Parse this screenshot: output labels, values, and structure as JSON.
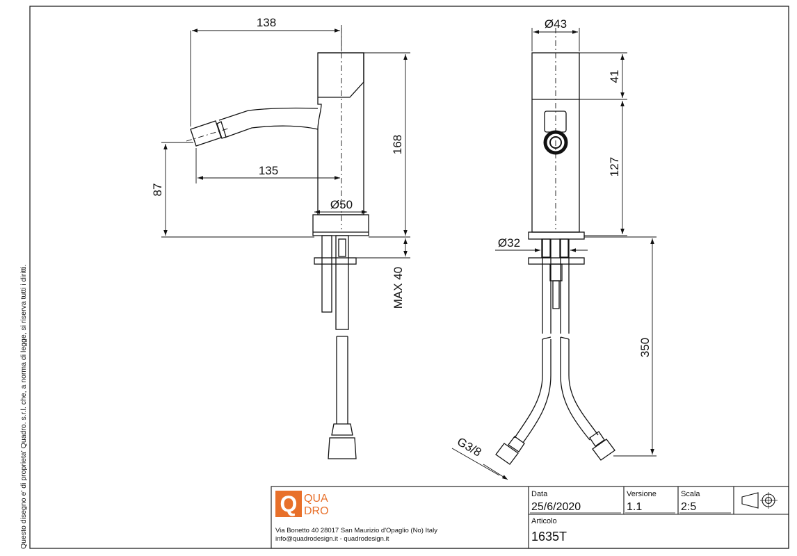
{
  "copyright": "Questo disegno e' di proprieta' Quadro. s.r.l. che, a norma di legge, si riserva tutti i diritti.",
  "dimensions": {
    "spout_reach": "138",
    "spout_projection": "135",
    "outlet_height": "87",
    "body_height": "168",
    "base_diameter": "Ø50",
    "max_deck": "MAX 40",
    "body_diameter": "Ø43",
    "top_height": "41",
    "lever_height": "127",
    "hole_diameter": "Ø32",
    "hose_length": "350",
    "thread": "G3/8"
  },
  "brand": {
    "logo_line1": "QUA",
    "logo_line2": "DRO",
    "accent_color": "#e8702a",
    "address": "Via Bonetto 40  28017 San Maurizio d'Opaglio (No) Italy",
    "contact": "info@quadrodesign.it  -  quadrodesign.it"
  },
  "title_block": {
    "date_label": "Data",
    "date_value": "25/6/2020",
    "version_label": "Versione",
    "version_value": "1.1",
    "scale_label": "Scala",
    "scale_value": "2:5",
    "article_label": "Articolo",
    "article_value": "1635T"
  }
}
